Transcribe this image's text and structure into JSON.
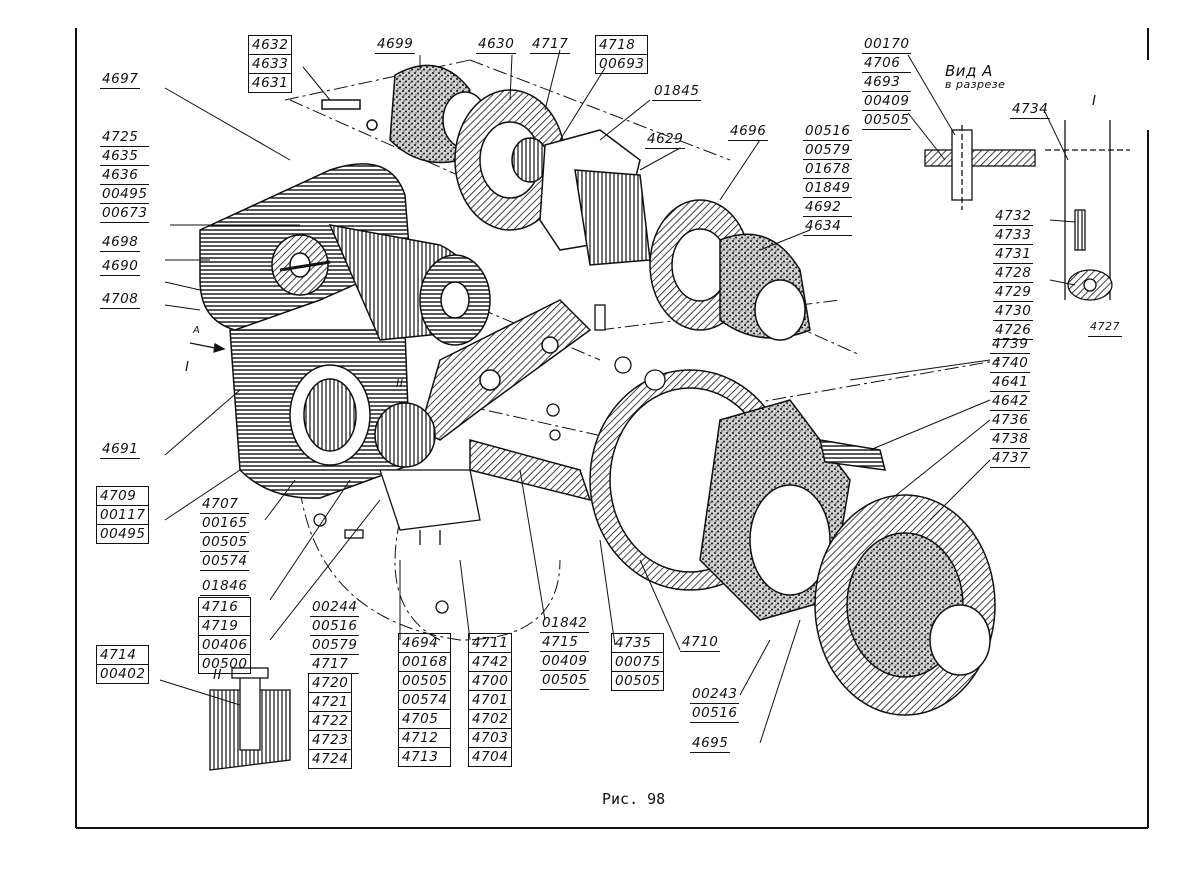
{
  "figure_caption": "Рис. 98",
  "view_label": "Вид А",
  "view_sublabel": "в разрезе",
  "section_marks": [
    "I",
    "II",
    "A"
  ],
  "callouts": {
    "g4632": [
      "4632",
      "4633",
      "4631"
    ],
    "l4699": "4699",
    "l4630": "4630",
    "l4717top": "4717",
    "g4718": [
      "4718",
      "00693"
    ],
    "l01845": "01845",
    "l4629": "4629",
    "l4696": "4696",
    "g00516": [
      "00516",
      "00579",
      "01678",
      "01849",
      "4692",
      "4634"
    ],
    "l4697": "4697",
    "g4725": [
      "4725",
      "4635",
      "4636",
      "00495",
      "00673"
    ],
    "l4698": "4698",
    "l4690": "4690",
    "l4708": "4708",
    "l4691": "4691",
    "g4709": [
      "4709",
      "00117",
      "00495"
    ],
    "g4707": [
      "4707",
      "00165",
      "00505",
      "00574"
    ],
    "l01846": "01846",
    "g4716": [
      "4716",
      "4719",
      "00406",
      "00500"
    ],
    "g00244": [
      "00244",
      "00516",
      "00579",
      "4717"
    ],
    "g4720": [
      "4720",
      "4721",
      "4722",
      "4723",
      "4724"
    ],
    "g4714": [
      "4714",
      "00402"
    ],
    "g4694": [
      "4694",
      "00168",
      "00505",
      "00574",
      "4705",
      "4712",
      "4713"
    ],
    "g4711": [
      "4711",
      "4742",
      "4700",
      "4701",
      "4702",
      "4703",
      "4704"
    ],
    "g01842": [
      "01842",
      "4715",
      "00409",
      "00505"
    ],
    "g4735": [
      "4735",
      "00075",
      "00505"
    ],
    "l4710": "4710",
    "g00243": [
      "00243",
      "00516"
    ],
    "l4695": "4695",
    "g4739": [
      "4739",
      "4740",
      "4641",
      "4642",
      "4736",
      "4738",
      "4737"
    ],
    "g00170": [
      "00170",
      "4706",
      "4693",
      "00409",
      "00505"
    ],
    "l4734": "4734",
    "g4732": [
      "4732",
      "4733",
      "4731",
      "4728",
      "4729",
      "4730",
      "4726"
    ],
    "l4727": "4727"
  }
}
